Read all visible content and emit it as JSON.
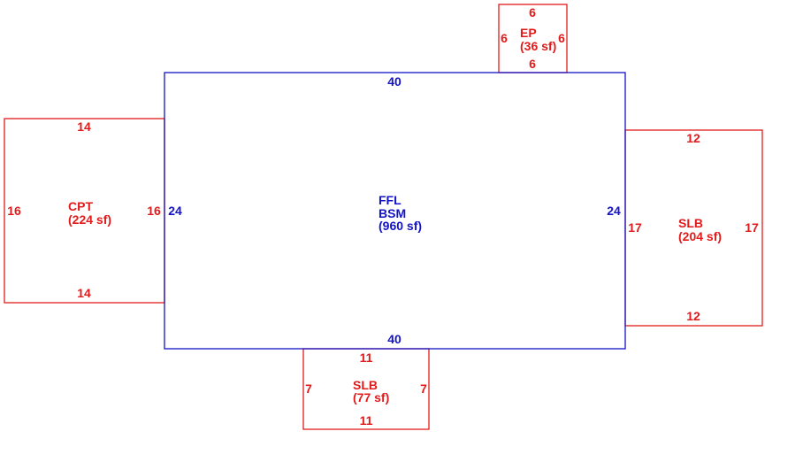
{
  "colors": {
    "main": "#1313c8",
    "addition": "#e11b1b",
    "background": "#ffffff"
  },
  "areas": {
    "main": {
      "line1": "FFL",
      "line2": "BSM",
      "area": "(960 sf)",
      "top": "40",
      "bottom": "40",
      "left": "24",
      "right": "24"
    },
    "ep": {
      "line1": "EP",
      "area": "(36 sf)",
      "top": "6",
      "bottom": "6",
      "left": "6",
      "right": "6"
    },
    "cpt": {
      "line1": "CPT",
      "area": "(224 sf)",
      "top": "14",
      "bottom": "14",
      "left": "16",
      "right": "16"
    },
    "slb_right": {
      "line1": "SLB",
      "area": "(204 sf)",
      "top": "12",
      "bottom": "12",
      "left": "17",
      "right": "17"
    },
    "slb_bottom": {
      "line1": "SLB",
      "area": "(77 sf)",
      "top": "11",
      "bottom": "11",
      "left": "7",
      "right": "7"
    }
  }
}
